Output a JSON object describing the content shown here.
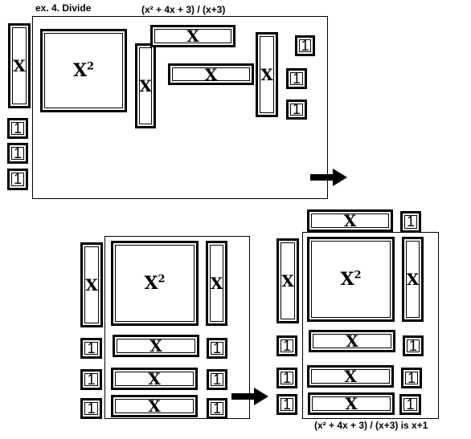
{
  "header": {
    "example": "ex. 4.  Divide",
    "expression": "(x² + 4x + 3) / (x+3)"
  },
  "labels": {
    "x": "X",
    "x2_base": "X",
    "x2_exp": "2",
    "one": "1"
  },
  "footer": {
    "result": "(x² + 4x + 3) / (x+3)  is  x+1"
  },
  "colors": {
    "ink": "#000000",
    "background": "#ffffff"
  }
}
